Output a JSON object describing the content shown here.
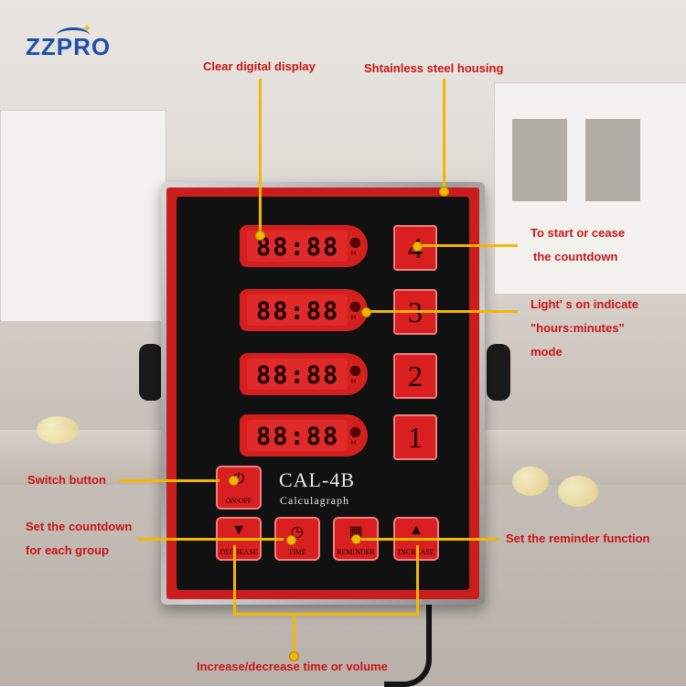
{
  "brand": {
    "logo_text": "ZZPRO"
  },
  "device": {
    "model": "CAL-4B",
    "subtitle": "Calculagraph",
    "displays": [
      {
        "value": "88:88",
        "indicator": "H"
      },
      {
        "value": "88:88",
        "indicator": "H"
      },
      {
        "value": "88:88",
        "indicator": "H"
      },
      {
        "value": "88:88",
        "indicator": "H"
      }
    ],
    "channel_buttons": [
      "4",
      "3",
      "2",
      "1"
    ],
    "switch_button": {
      "icon": "power-icon",
      "label": "ON/OFF"
    },
    "function_buttons": [
      {
        "icon": "triangle-down-icon",
        "label": "DECREASE"
      },
      {
        "icon": "clock-icon",
        "label": "TIME"
      },
      {
        "icon": "basket-icon",
        "label": "REMINDER"
      },
      {
        "icon": "triangle-up-icon",
        "label": "INCREASE"
      }
    ]
  },
  "annotations": {
    "display": "Clear digital display",
    "housing": "Shtainless steel housing",
    "start_cease": [
      "To start or cease",
      "the countdown"
    ],
    "light": [
      "Light' s on indicate",
      "\"hours:minutes\"",
      "mode"
    ],
    "switch": "Switch button",
    "countdown": [
      "Set the countdown",
      "for each group"
    ],
    "reminder": "Set the reminder function",
    "increase_decrease": "Increase/decrease time or volume"
  },
  "colors": {
    "accent": "#f2b705",
    "label": "#c81616",
    "panel": "#cc1d1d",
    "brand": "#1c4fa8"
  }
}
